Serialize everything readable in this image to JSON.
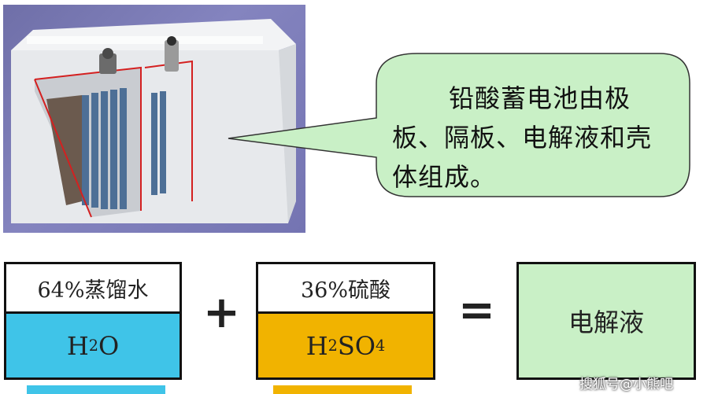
{
  "bubble": {
    "text": "铅酸蓄电池由极板、隔板、电解液和壳体组成。"
  },
  "equation": {
    "water": {
      "label": "64%蒸馏水",
      "formula_main": "H",
      "formula_sub": "2",
      "formula_tail": "O"
    },
    "plus": "+",
    "acid": {
      "label": "36%硫酸",
      "formula_main": "H",
      "formula_sub": "2",
      "formula_mid": "SO",
      "formula_sub2": "4"
    },
    "equals": "=",
    "result": {
      "label": "电解液"
    }
  },
  "watermark": "搜狐号@小熊吧",
  "colors": {
    "water": "#3fc4e8",
    "acid": "#f1b300",
    "result": "#c9f0c6",
    "bubble": "#c9f0c6",
    "photo_bg": "#7a7ab6"
  }
}
